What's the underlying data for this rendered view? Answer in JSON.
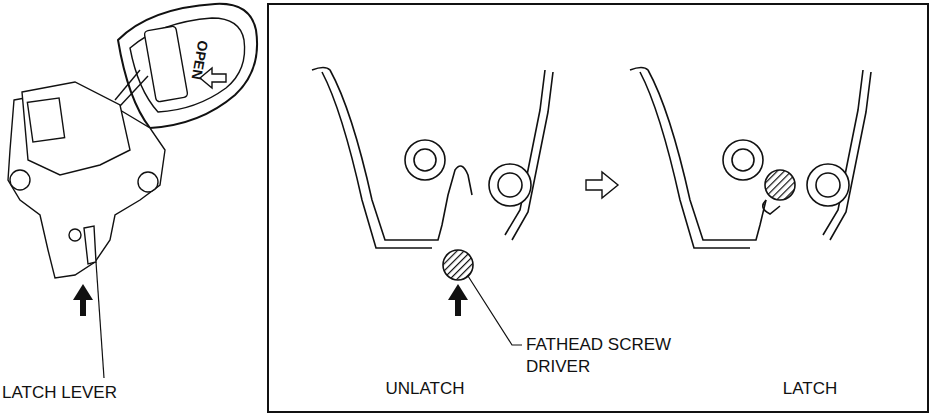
{
  "diagram": {
    "labels": [
      "OPEN",
      "LATCH LEVER",
      "FATHEAD SCREW DRIVER",
      "UNLATCH",
      "LATCH"
    ]
  }
}
